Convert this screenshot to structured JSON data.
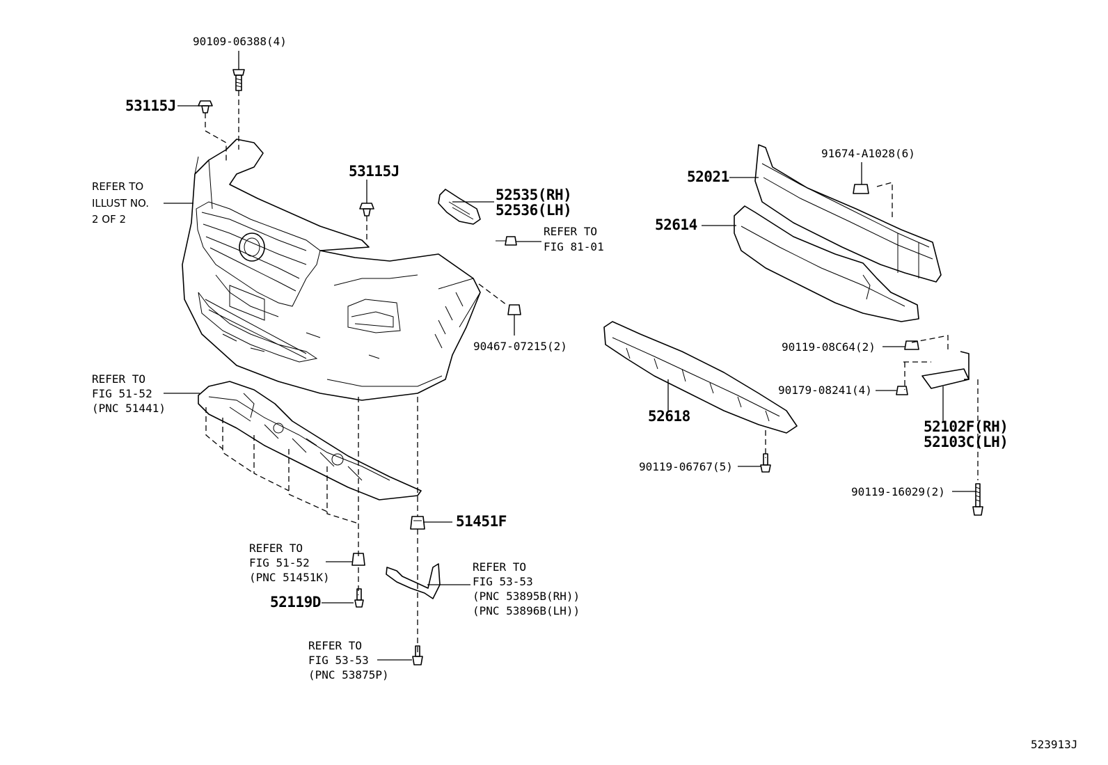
{
  "diagram_id": "523913J",
  "labels": {
    "p_90109": "90109-06388(4)",
    "p_53115j_a": "53115J",
    "p_53115j_b": "53115J",
    "ref_illust": [
      "REFER TO",
      "ILLUST NO.",
      "2 OF 2"
    ],
    "p_52535": "52535(RH)",
    "p_52536": "52536(LH)",
    "ref_fig8101": [
      "REFER TO",
      "FIG 81-01"
    ],
    "p_90467": "90467-07215(2)",
    "ref_fig5152_top": [
      "REFER TO",
      "FIG 51-52",
      "(PNC 51441)"
    ],
    "p_51451f": "51451F",
    "ref_fig5152_bot": [
      "REFER TO",
      "FIG 51-52",
      "(PNC 51451K)"
    ],
    "p_52119d": "52119D",
    "ref_fig5353_right": [
      "REFER TO",
      "FIG 53-53",
      "(PNC 53895B(RH))",
      "(PNC 53896B(LH))"
    ],
    "ref_fig5353_bot": [
      "REFER TO",
      "FIG 53-53",
      "(PNC 53875P)"
    ],
    "p_52021": "52021",
    "p_91674": "91674-A1028(6)",
    "p_52614": "52614",
    "p_52618": "52618",
    "p_90119_06767": "90119-06767(5)",
    "p_90119_08c64": "90119-08C64(2)",
    "p_90179": "90179-08241(4)",
    "p_52102f": "52102F(RH)",
    "p_52103c": "52103C(LH)",
    "p_90119_16029": "90119-16029(2)"
  }
}
